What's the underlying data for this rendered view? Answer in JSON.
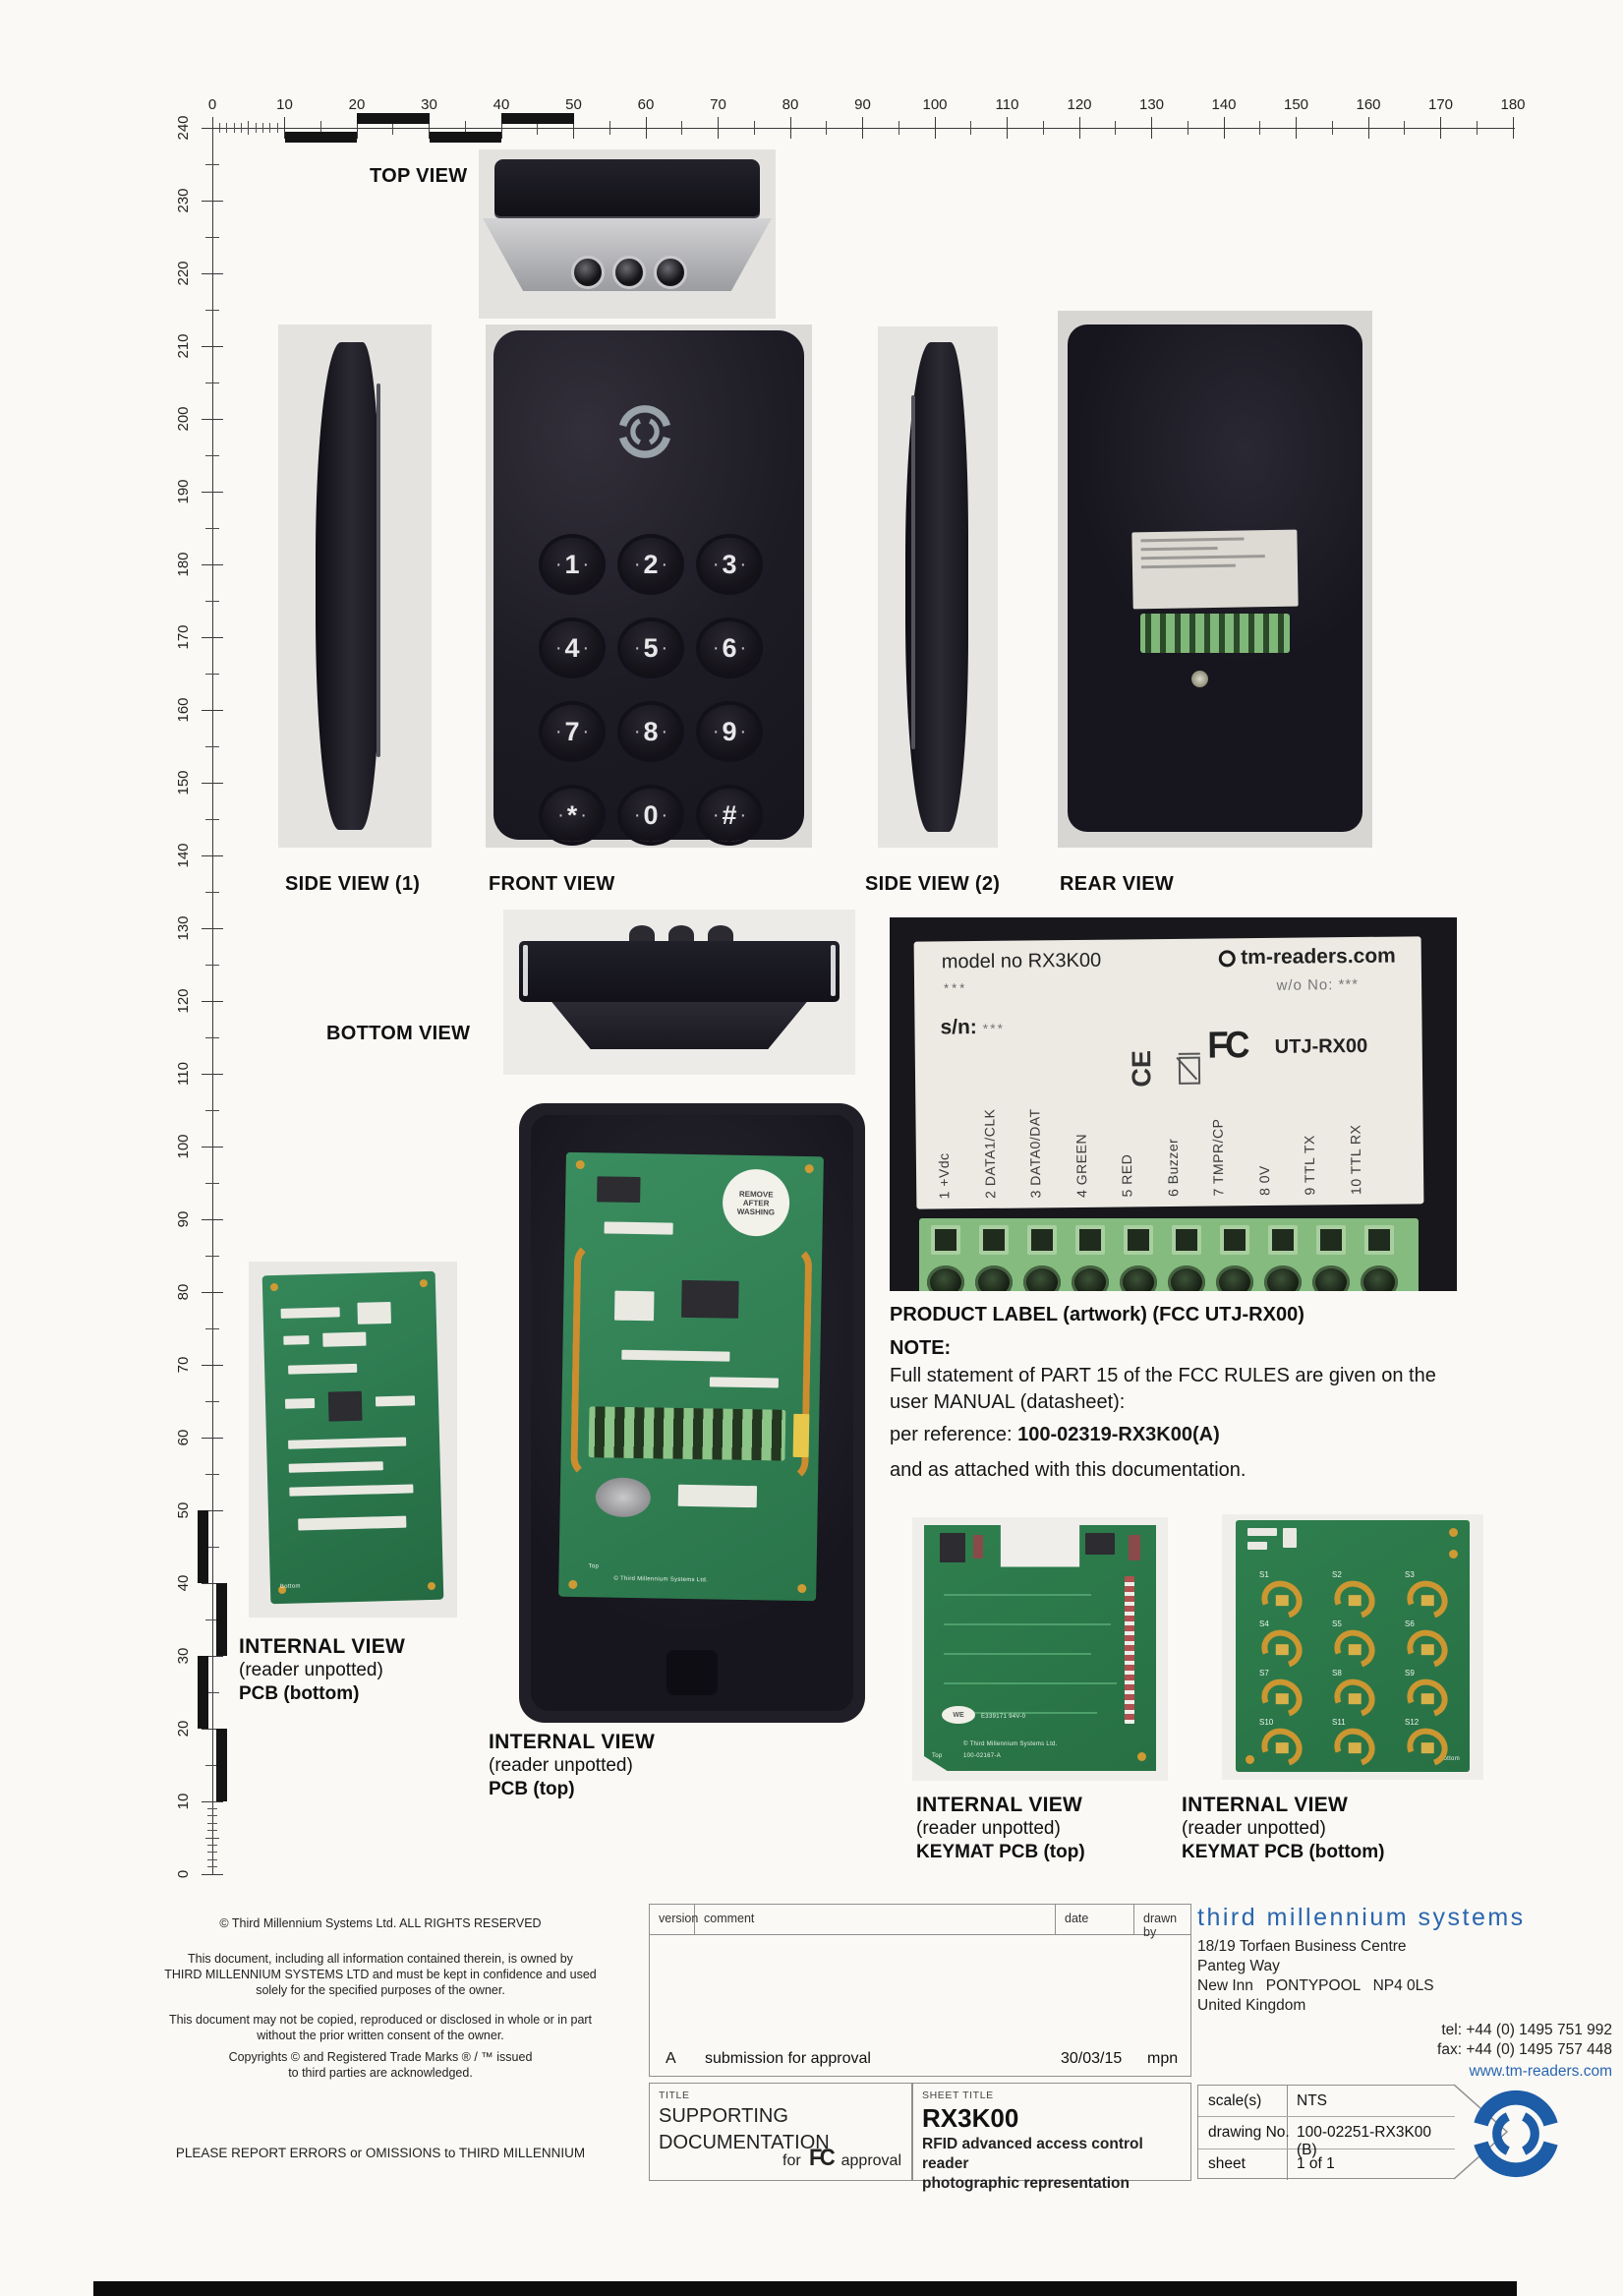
{
  "colors": {
    "accent_blue": "#2a65ae",
    "pcb_green": "#2f7f4e",
    "terminal_green": "#85bb7f",
    "coil_gold": "#cd8d2e"
  },
  "rulers": {
    "top": {
      "unit_labels": [
        "0",
        "10",
        "20",
        "30",
        "40",
        "50",
        "60",
        "70",
        "80",
        "90",
        "100",
        "110",
        "120",
        "130",
        "140",
        "150",
        "160",
        "170",
        "180"
      ]
    },
    "left": {
      "unit_labels": [
        "240",
        "230",
        "220",
        "210",
        "200",
        "190",
        "180",
        "170",
        "160",
        "150",
        "140",
        "130",
        "120",
        "110",
        "100",
        "90",
        "80",
        "70",
        "60",
        "50",
        "40",
        "30",
        "20",
        "10",
        "0"
      ]
    }
  },
  "views": {
    "top": {
      "label": "TOP VIEW"
    },
    "side1": {
      "label": "SIDE VIEW (1)"
    },
    "front": {
      "label": "FRONT VIEW",
      "keys": [
        "1",
        "2",
        "3",
        "4",
        "5",
        "6",
        "7",
        "8",
        "9",
        "*",
        "0",
        "#"
      ]
    },
    "side2": {
      "label": "SIDE VIEW (2)"
    },
    "rear": {
      "label": "REAR VIEW"
    },
    "bottom": {
      "label": "BOTTOM VIEW"
    }
  },
  "label_artwork": {
    "model_no": "model no RX3K00",
    "stars": "***",
    "brand": "tm-readers.com",
    "wo_no": "w/o No: ***",
    "serial": "s/n:",
    "serial_stars": "***",
    "fcc_logo": "FC",
    "fcc_id": "UTJ-RX00",
    "ce": "CE",
    "pins": [
      "1 +Vdc",
      "2 DATA1/CLK",
      "3 DATA0/DAT",
      "4 GREEN",
      "5 RED",
      "6 Buzzer",
      "7 TMPR/CP",
      "8 0V",
      "9 TTL TX",
      "10 TTL RX"
    ],
    "caption": "PRODUCT LABEL (artwork) (FCC UTJ-RX00)"
  },
  "note": {
    "heading": "NOTE:",
    "body": "Full statement of PART 15 of the FCC RULES are given on the\nuser MANUAL (datasheet):",
    "ref_label": "per reference: ",
    "ref_value": "100-02319-RX3K00(A)",
    "attached": "and as attached with this documentation."
  },
  "internal": {
    "pcb_bottom": {
      "l1": "INTERNAL VIEW",
      "l2": "(reader unpotted)",
      "l3": "PCB (bottom)"
    },
    "pcb_top": {
      "l1": "INTERNAL VIEW",
      "l2": "(reader unpotted)",
      "l3": "PCB (top)"
    },
    "keymat_top": {
      "l1": "INTERNAL VIEW",
      "l2": "(reader unpotted)",
      "l3": "KEYMAT PCB (top)"
    },
    "keymat_bottom": {
      "l1": "INTERNAL VIEW",
      "l2": "(reader unpotted)",
      "l3": "KEYMAT PCB (bottom)"
    },
    "sticker": "REMOVE\nAFTER\nWASHING",
    "keymat_switches": [
      "S1",
      "S2",
      "S3",
      "S4",
      "S5",
      "S6",
      "S7",
      "S8",
      "S9",
      "S10",
      "S11",
      "S12"
    ],
    "keymat_copyright": "© Third Millennium Systems Ltd.",
    "keymat_part": "100-02167-A",
    "keymat_ul": "E339171 94V-0",
    "pcb_copyright": "© Third Millennium Systems Ltd.",
    "bottom_marking": "Bottom",
    "top_marking": "Top"
  },
  "titleblock": {
    "copyright_line": "© Third Millennium Systems Ltd. ALL RIGHTS RESERVED",
    "para1": "This document, including all information contained therein, is owned by\nTHIRD MILLENNIUM SYSTEMS LTD and must be kept in confidence and used\nsolely for the specified purposes of the owner.",
    "para2": "This document may not be copied, reproduced or disclosed in whole or in part\nwithout the prior written consent of the owner.",
    "para3": "Copyrights © and Registered Trade Marks ® / ™ issued\nto third parties are acknowledged.",
    "report_line": "PLEASE REPORT ERRORS or OMISSIONS to THIRD MILLENNIUM",
    "rev_headers": {
      "version": "version",
      "comment": "comment",
      "date": "date",
      "drawn": "drawn by"
    },
    "rev_row": {
      "version": "A",
      "comment": "submission for approval",
      "date": "30/03/15",
      "drawn": "mpn"
    },
    "title_label": "TITLE",
    "title_value": "SUPPORTING\nDOCUMENTATION",
    "for_text": "for",
    "fcc_text": "FC",
    "approval_text": "approval",
    "sheet_label": "SHEET TITLE",
    "sheet_name": "RX3K00",
    "sheet_desc": "RFID advanced access control reader\nphotographic representation",
    "company_name": "third millennium systems",
    "address": "18/19 Torfaen Business Centre\nPanteg Way\nNew Inn   PONTYPOOL   NP4 0LS\nUnited Kingdom",
    "tel": "tel: +44 (0) 1495 751 992",
    "fax": "fax: +44 (0) 1495 757 448",
    "website": "www.tm-readers.com",
    "scale_label": "scale(s)",
    "scale_value": "NTS",
    "drawing_label": "drawing No.",
    "drawing_value": "100-02251-RX3K00 (B)",
    "sheet_no_label": "sheet",
    "sheet_no_value": "1 of 1"
  }
}
